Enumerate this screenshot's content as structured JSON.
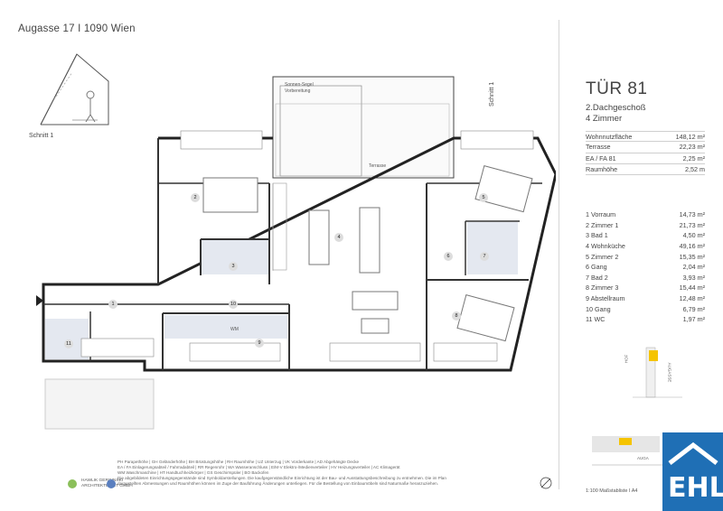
{
  "header": {
    "address": "Augasse 17 I 1090 Wien"
  },
  "unit": {
    "title": "TÜR 81",
    "floor": "2.Dachgeschoß",
    "rooms_count": "4 Zimmer"
  },
  "areas": [
    {
      "label": "Wohnnutzfläche",
      "value": "148,12 m²"
    },
    {
      "label": "Terrasse",
      "value": "22,23 m²"
    },
    {
      "label": "EA / FA 81",
      "value": "2,25 m²"
    },
    {
      "label": "Raumhöhe",
      "value": "2,52 m"
    }
  ],
  "rooms": [
    {
      "label": "1 Vorraum",
      "value": "14,73 m²"
    },
    {
      "label": "2 Zimmer 1",
      "value": "21,73 m²"
    },
    {
      "label": "3 Bad 1",
      "value": "4,50 m²"
    },
    {
      "label": "4 Wohnküche",
      "value": "49,16 m²"
    },
    {
      "label": "5 Zimmer 2",
      "value": "15,35 m²"
    },
    {
      "label": "6 Gang",
      "value": "2,04 m²"
    },
    {
      "label": "7 Bad 2",
      "value": "3,93 m²"
    },
    {
      "label": "8 Zimmer 3",
      "value": "15,44 m²"
    },
    {
      "label": "9 Abstellraum",
      "value": "12,48 m²"
    },
    {
      "label": "10 Gang",
      "value": "6,79 m²"
    },
    {
      "label": "11 WC",
      "value": "1,97 m²"
    }
  ],
  "plan": {
    "terrace_label": "Terrasse",
    "sail_label_1": "Sonnen-Segel",
    "sail_label_2": "Vorbereitung",
    "section_label": "Schnitt 1",
    "wm_label": "WM",
    "room_numbers": [
      "1",
      "2",
      "3",
      "4",
      "5",
      "6",
      "7",
      "8",
      "9",
      "10",
      "11"
    ]
  },
  "legend": {
    "line1": "PH Parapethöhe | GH Geländerhöhe | BH Brüstungshöhe | RH Raumhöhe | UZ Unterzug | VK Vorderkante | AD Abgehängte Decke",
    "line2": "EA / FA Einlagerungsabteil / Fahrradabteil | RR Regenrohr | WA Wasseranschluss | E/M-V Elektro-/Medienverteiler | HV Heizungsverteiler | AC Klimagerät",
    "line3": "WM Waschmaschine | HT Handtuchheizkörper | GS Geschirrspüler | BO Backofen",
    "line4": "Die abgebildeten Einrichtungsgegenstände sind Symboldarstellungen. Die kaufgegenständliche Einrichtung ist der Bau- und Ausstattungsbeschreibung zu entnehmen. Die im Plan",
    "line5": "dargestellten Abmessungen und Raumhöhen können im Zuge der Bauführung Änderungen unterliegen. Für die Bestellung von Einbaumöbeln sind Naturmaße heranzuziehen."
  },
  "architect": {
    "line1": "HAWLIK GERGINSKI",
    "line2": "ARCHITEKTEN ZT GMBH"
  },
  "footer": {
    "scale": "1:100 Maßstabliste I A4"
  },
  "brand": {
    "logo_text": "EHL",
    "color": "#1f6fb5"
  },
  "mini": {
    "hof": "HOF",
    "augasse": "AUGASSE",
    "augasse2": "AUGA"
  }
}
